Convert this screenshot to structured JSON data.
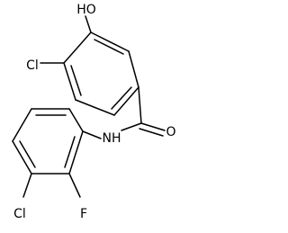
{
  "structure": {
    "atoms": {
      "hydroxyl": "HO",
      "chloro_top": "Cl",
      "carbonyl_oxygen": "O",
      "amide_nitrogen": "NH",
      "chloro_bottom": "Cl",
      "fluoro": "F"
    }
  }
}
